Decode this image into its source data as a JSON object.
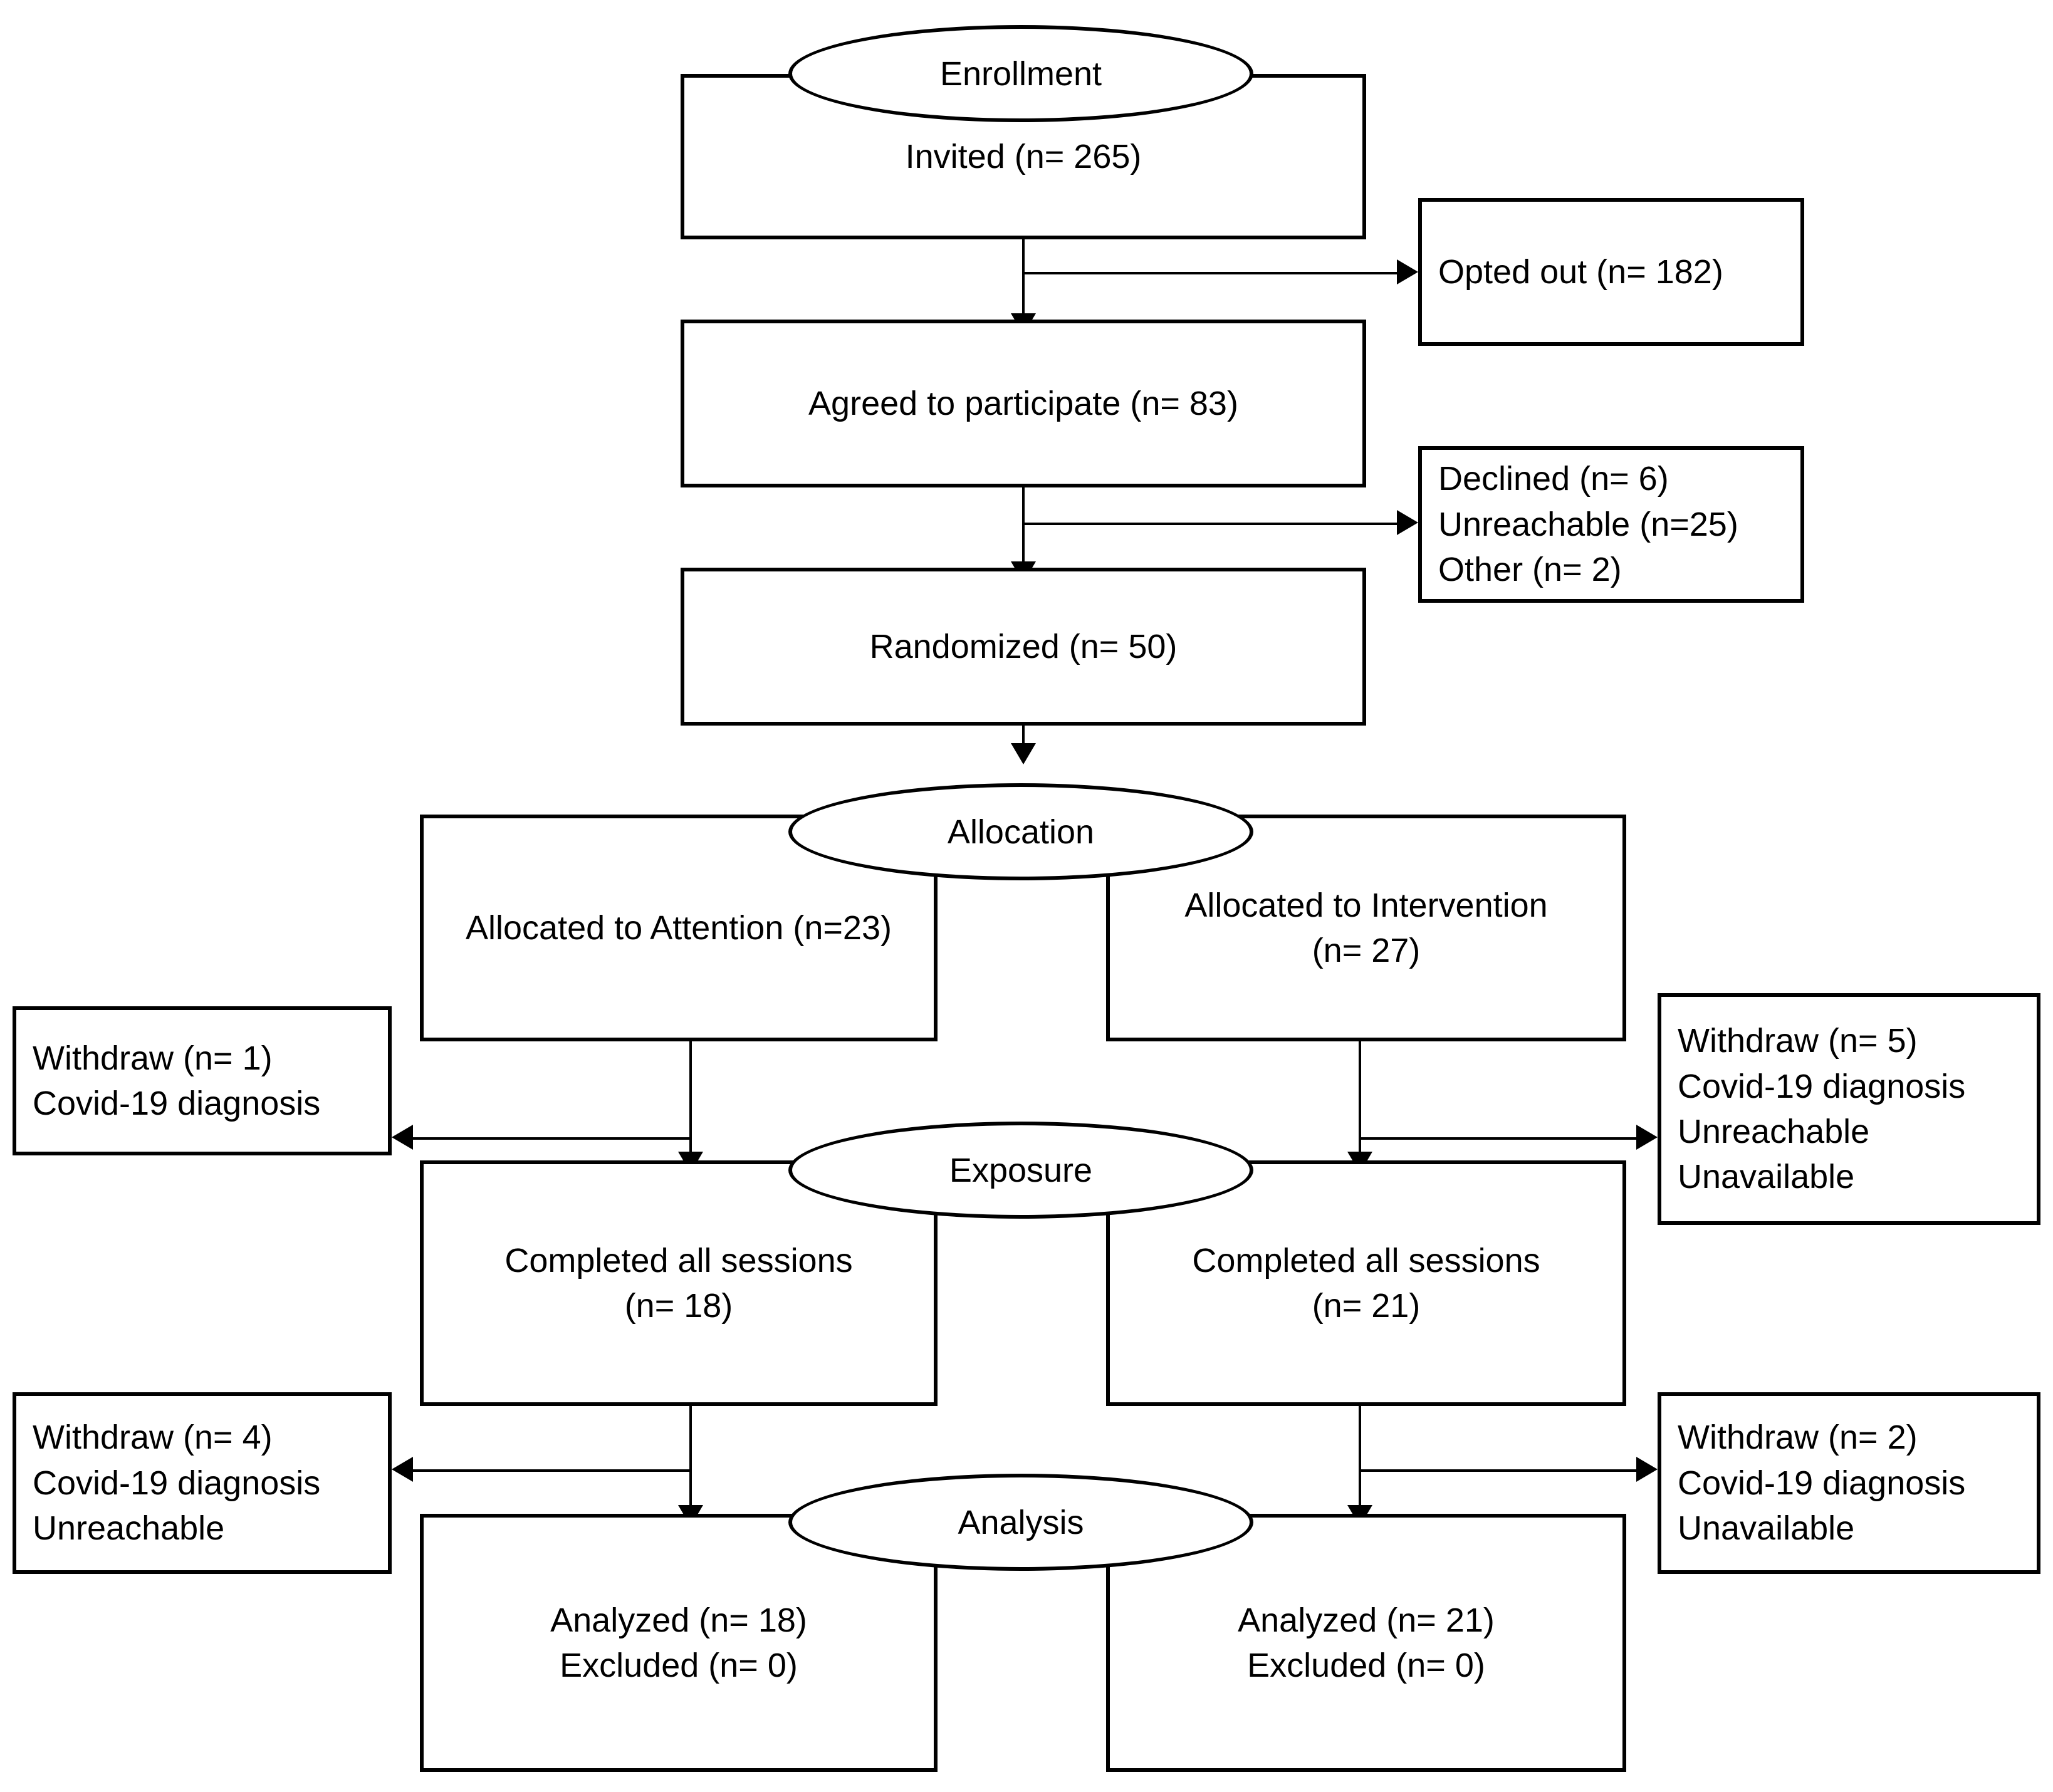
{
  "diagram": {
    "type": "consort-flow-diagram",
    "stages": [
      {
        "id": "enrollment",
        "label": "Enrollment"
      },
      {
        "id": "allocation",
        "label": "Allocation"
      },
      {
        "id": "exposure",
        "label": "Exposure"
      },
      {
        "id": "analysis",
        "label": "Analysis"
      }
    ],
    "enrollment": {
      "invited": "Invited (n= 265)",
      "opted_out": "Opted out (n= 182)",
      "agreed": "Agreed to participate (n= 83)",
      "excluded_reasons": "Declined (n= 6)\nUnreachable (n=25)\nOther (n= 2)",
      "randomized": "Randomized (n= 50)"
    },
    "allocation": {
      "left": "Allocated to Attention (n=23)",
      "right": "Allocated to Intervention\n(n= 27)",
      "left_withdraw": "Withdraw (n= 1)\n Covid-19 diagnosis",
      "right_withdraw": "Withdraw (n= 5)\nCovid-19 diagnosis\nUnreachable\nUnavailable"
    },
    "exposure": {
      "left": "Completed all sessions\n(n= 18)",
      "right": "Completed all sessions\n(n= 21)",
      "left_withdraw": "Withdraw (n= 4)\nCovid-19 diagnosis\nUnreachable",
      "right_withdraw": "Withdraw (n= 2)\nCovid-19 diagnosis\nUnavailable"
    },
    "analysis": {
      "left": "Analyzed (n= 18)\nExcluded (n= 0)",
      "right": "Analyzed (n= 21)\nExcluded (n= 0)"
    },
    "colors": {
      "stroke": "#000000",
      "fill": "#ffffff"
    }
  }
}
